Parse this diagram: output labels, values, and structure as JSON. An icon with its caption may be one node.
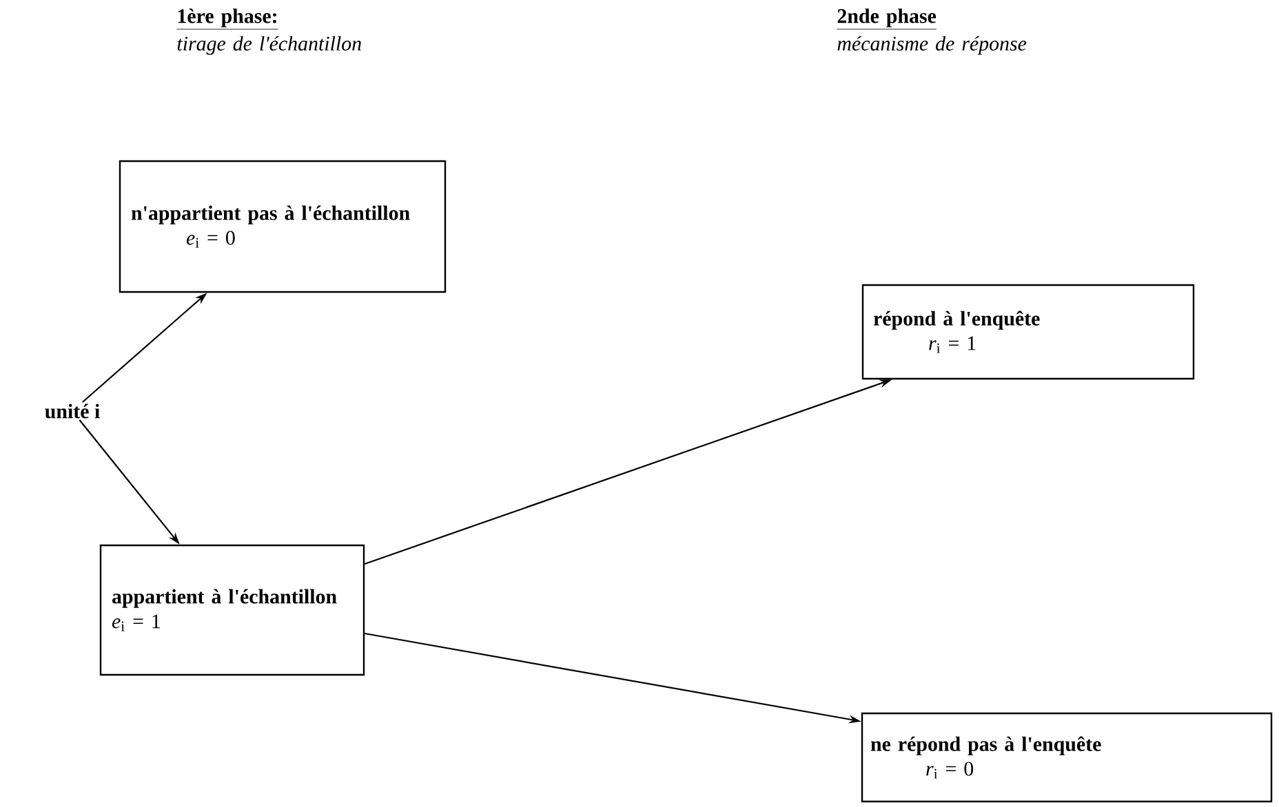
{
  "diagram": {
    "nodes": [
      {
        "text": [
          "unité i"
        ]
      },
      {
        "text": [
          "n'appartient pas à l'échantillon",
          "*e*$_{i}$ = 0"
        ]
      },
      {
        "text": [
          "appartient à l'échantillon",
          "*e*$_{i}$ = 1"
        ]
      },
      {
        "text": [
          "répond à l'enquête",
          "*r*$_{i}$ = 1"
        ]
      },
      {
        "text": [
          "ne répond pas à l'enquête",
          "*r*$_{i}$ = 0"
        ]
      }
    ],
    "edges": [
      {
        "from": 0,
        "to": 1,
        "arrow": "to"
      },
      {
        "from": 0,
        "to": 2,
        "arrow": "to"
      },
      {
        "from": 2,
        "to": 3,
        "arrow": "to"
      },
      {
        "from": 2,
        "to": 4,
        "arrow": "to"
      }
    ],
    "labels": [
      "1ère phase:",
      "tirage de l'échantillon",
      "2nde phase",
      "mécanisme de réponse"
    ]
  }
}
